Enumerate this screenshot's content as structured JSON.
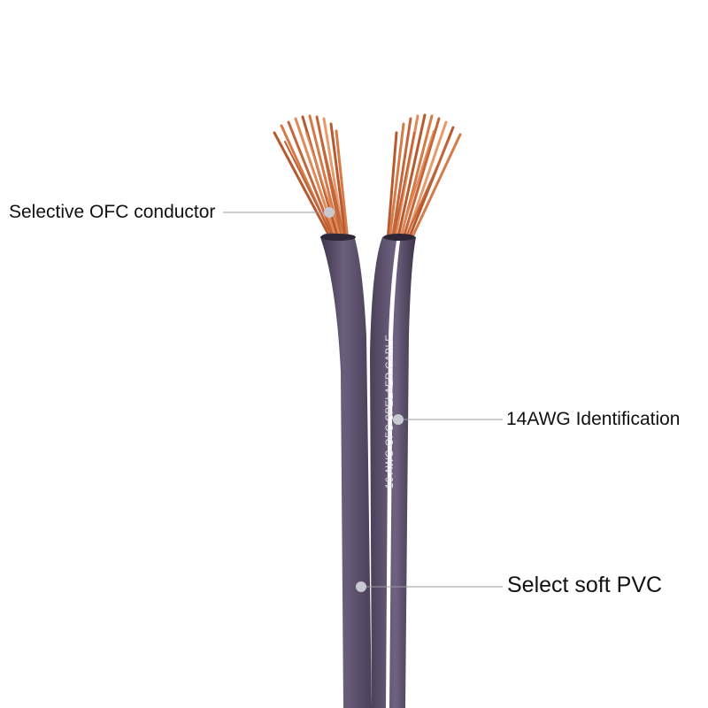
{
  "colors": {
    "background": "#ffffff",
    "jacket": "#5f5470",
    "jacket_dark": "#3f364d",
    "copper": "#c5663a",
    "copper_light": "#e89a6c",
    "stripe": "#ffffff",
    "callout_line": "#9a9aa3",
    "callout_dot": "#c9c9d1"
  },
  "callouts": {
    "conductor": "Selective OFC conductor",
    "identification": "14AWG Identification",
    "pvc": "Select soft PVC"
  },
  "cable_print": "16 AWG OFC SPELAER CABLE"
}
